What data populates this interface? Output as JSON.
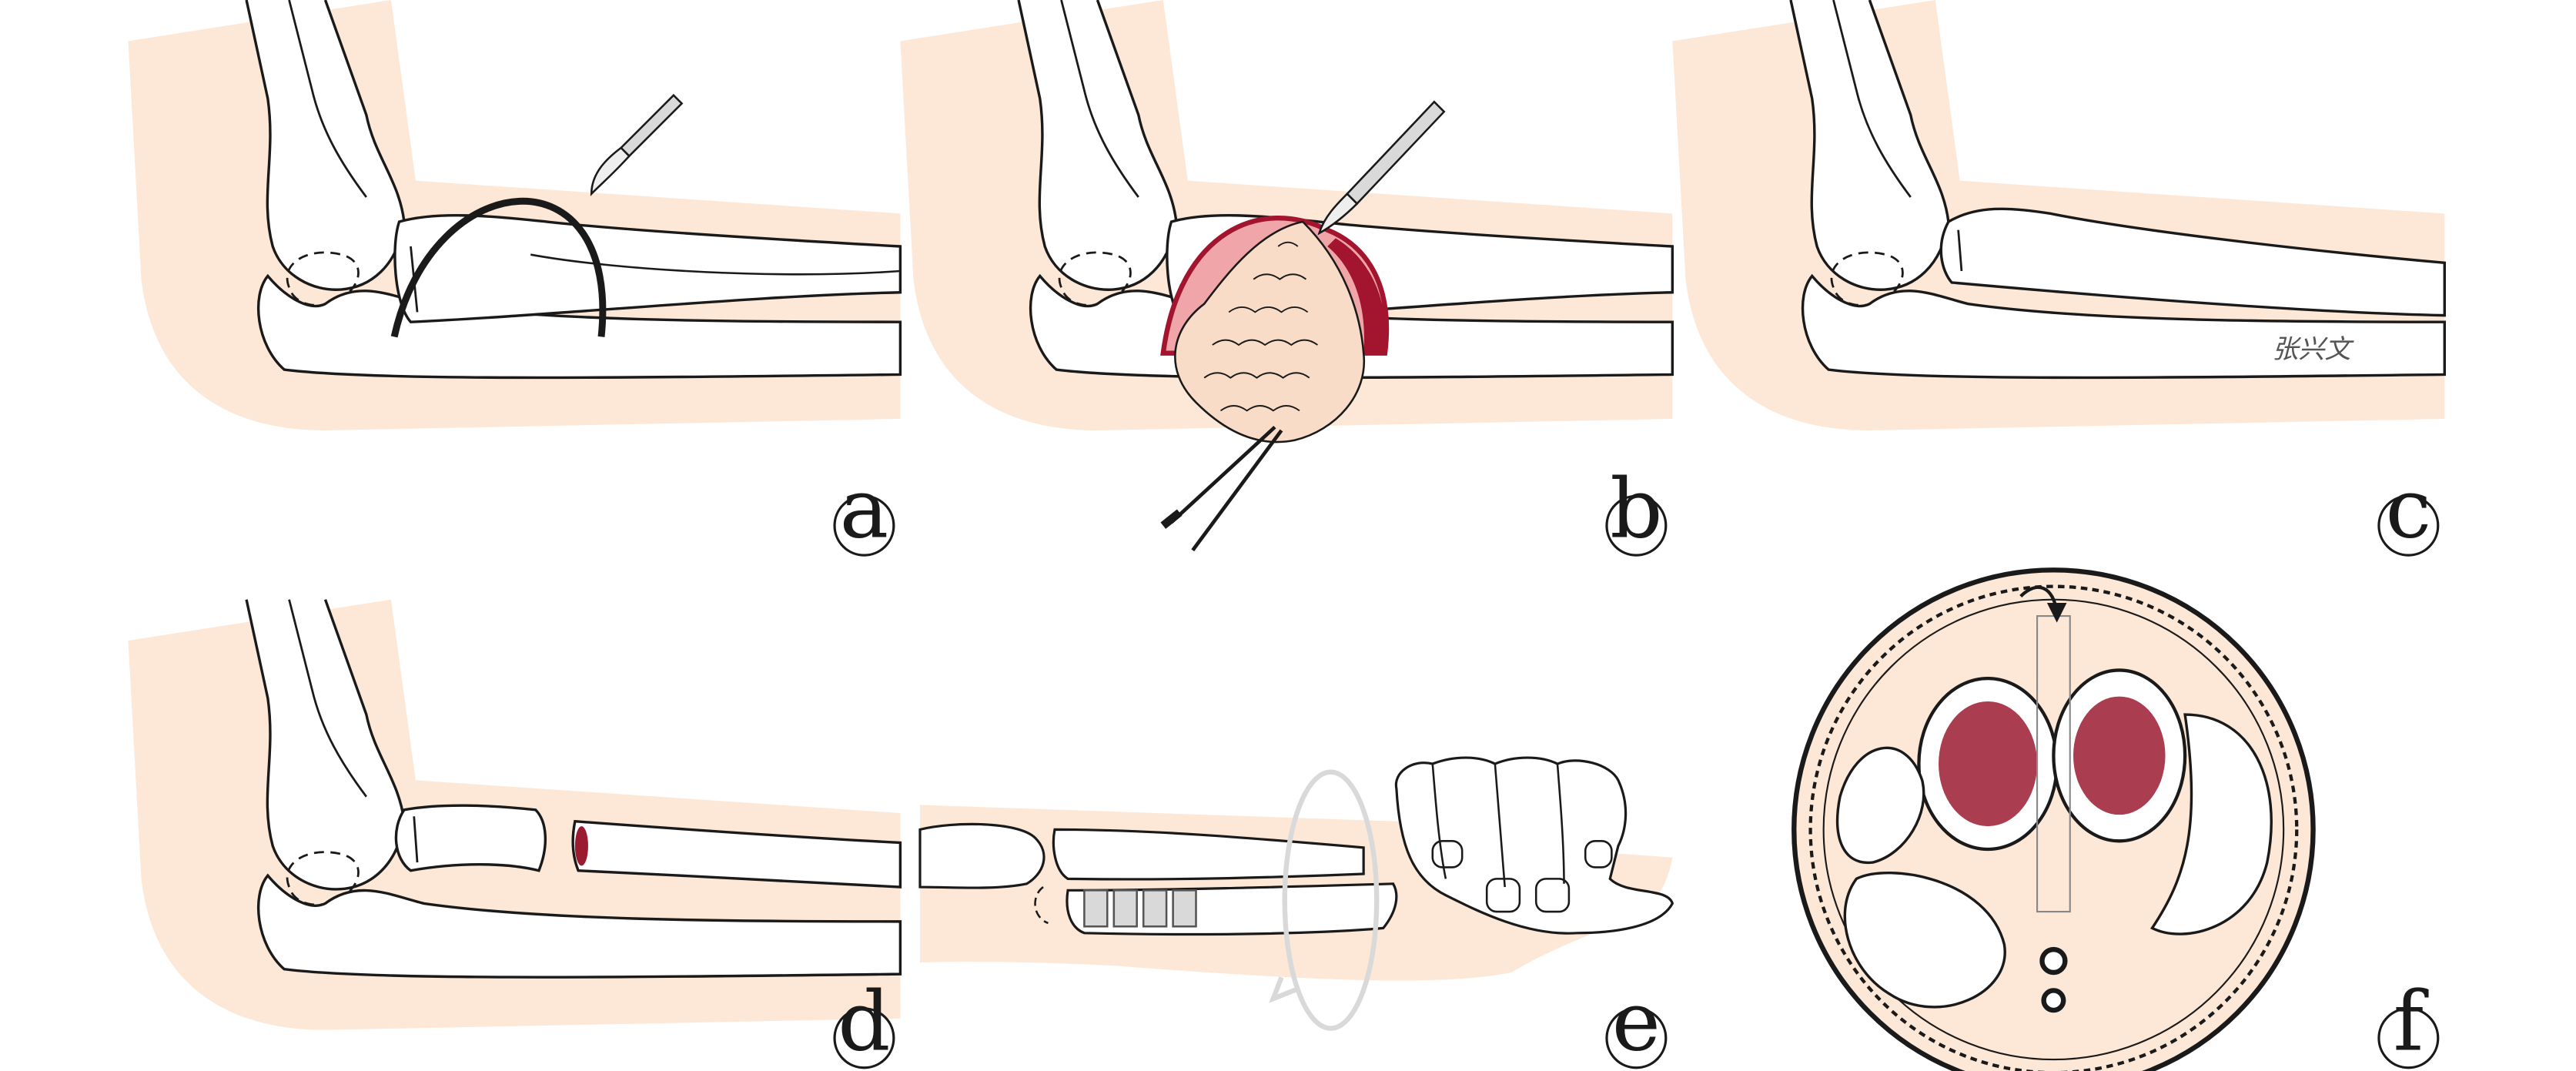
{
  "figure": {
    "colors": {
      "skin": "#fde8d7",
      "outline": "#1a1a1a",
      "bone_fill": "#ffffff",
      "marrow": "#9b1b30",
      "tissue_pink": "#f0a5a8",
      "tissue_dark": "#a3142e",
      "tumor": "#f8dcc8",
      "guide_gray": "#d9d9d9"
    },
    "panels": [
      {
        "id": "a",
        "label": "a"
      },
      {
        "id": "b",
        "label": "b"
      },
      {
        "id": "c",
        "label": "c"
      },
      {
        "id": "d",
        "label": "d"
      },
      {
        "id": "e",
        "label": "e"
      },
      {
        "id": "f",
        "label": "f"
      }
    ],
    "annotations": {
      "signature": "张兴文"
    }
  }
}
